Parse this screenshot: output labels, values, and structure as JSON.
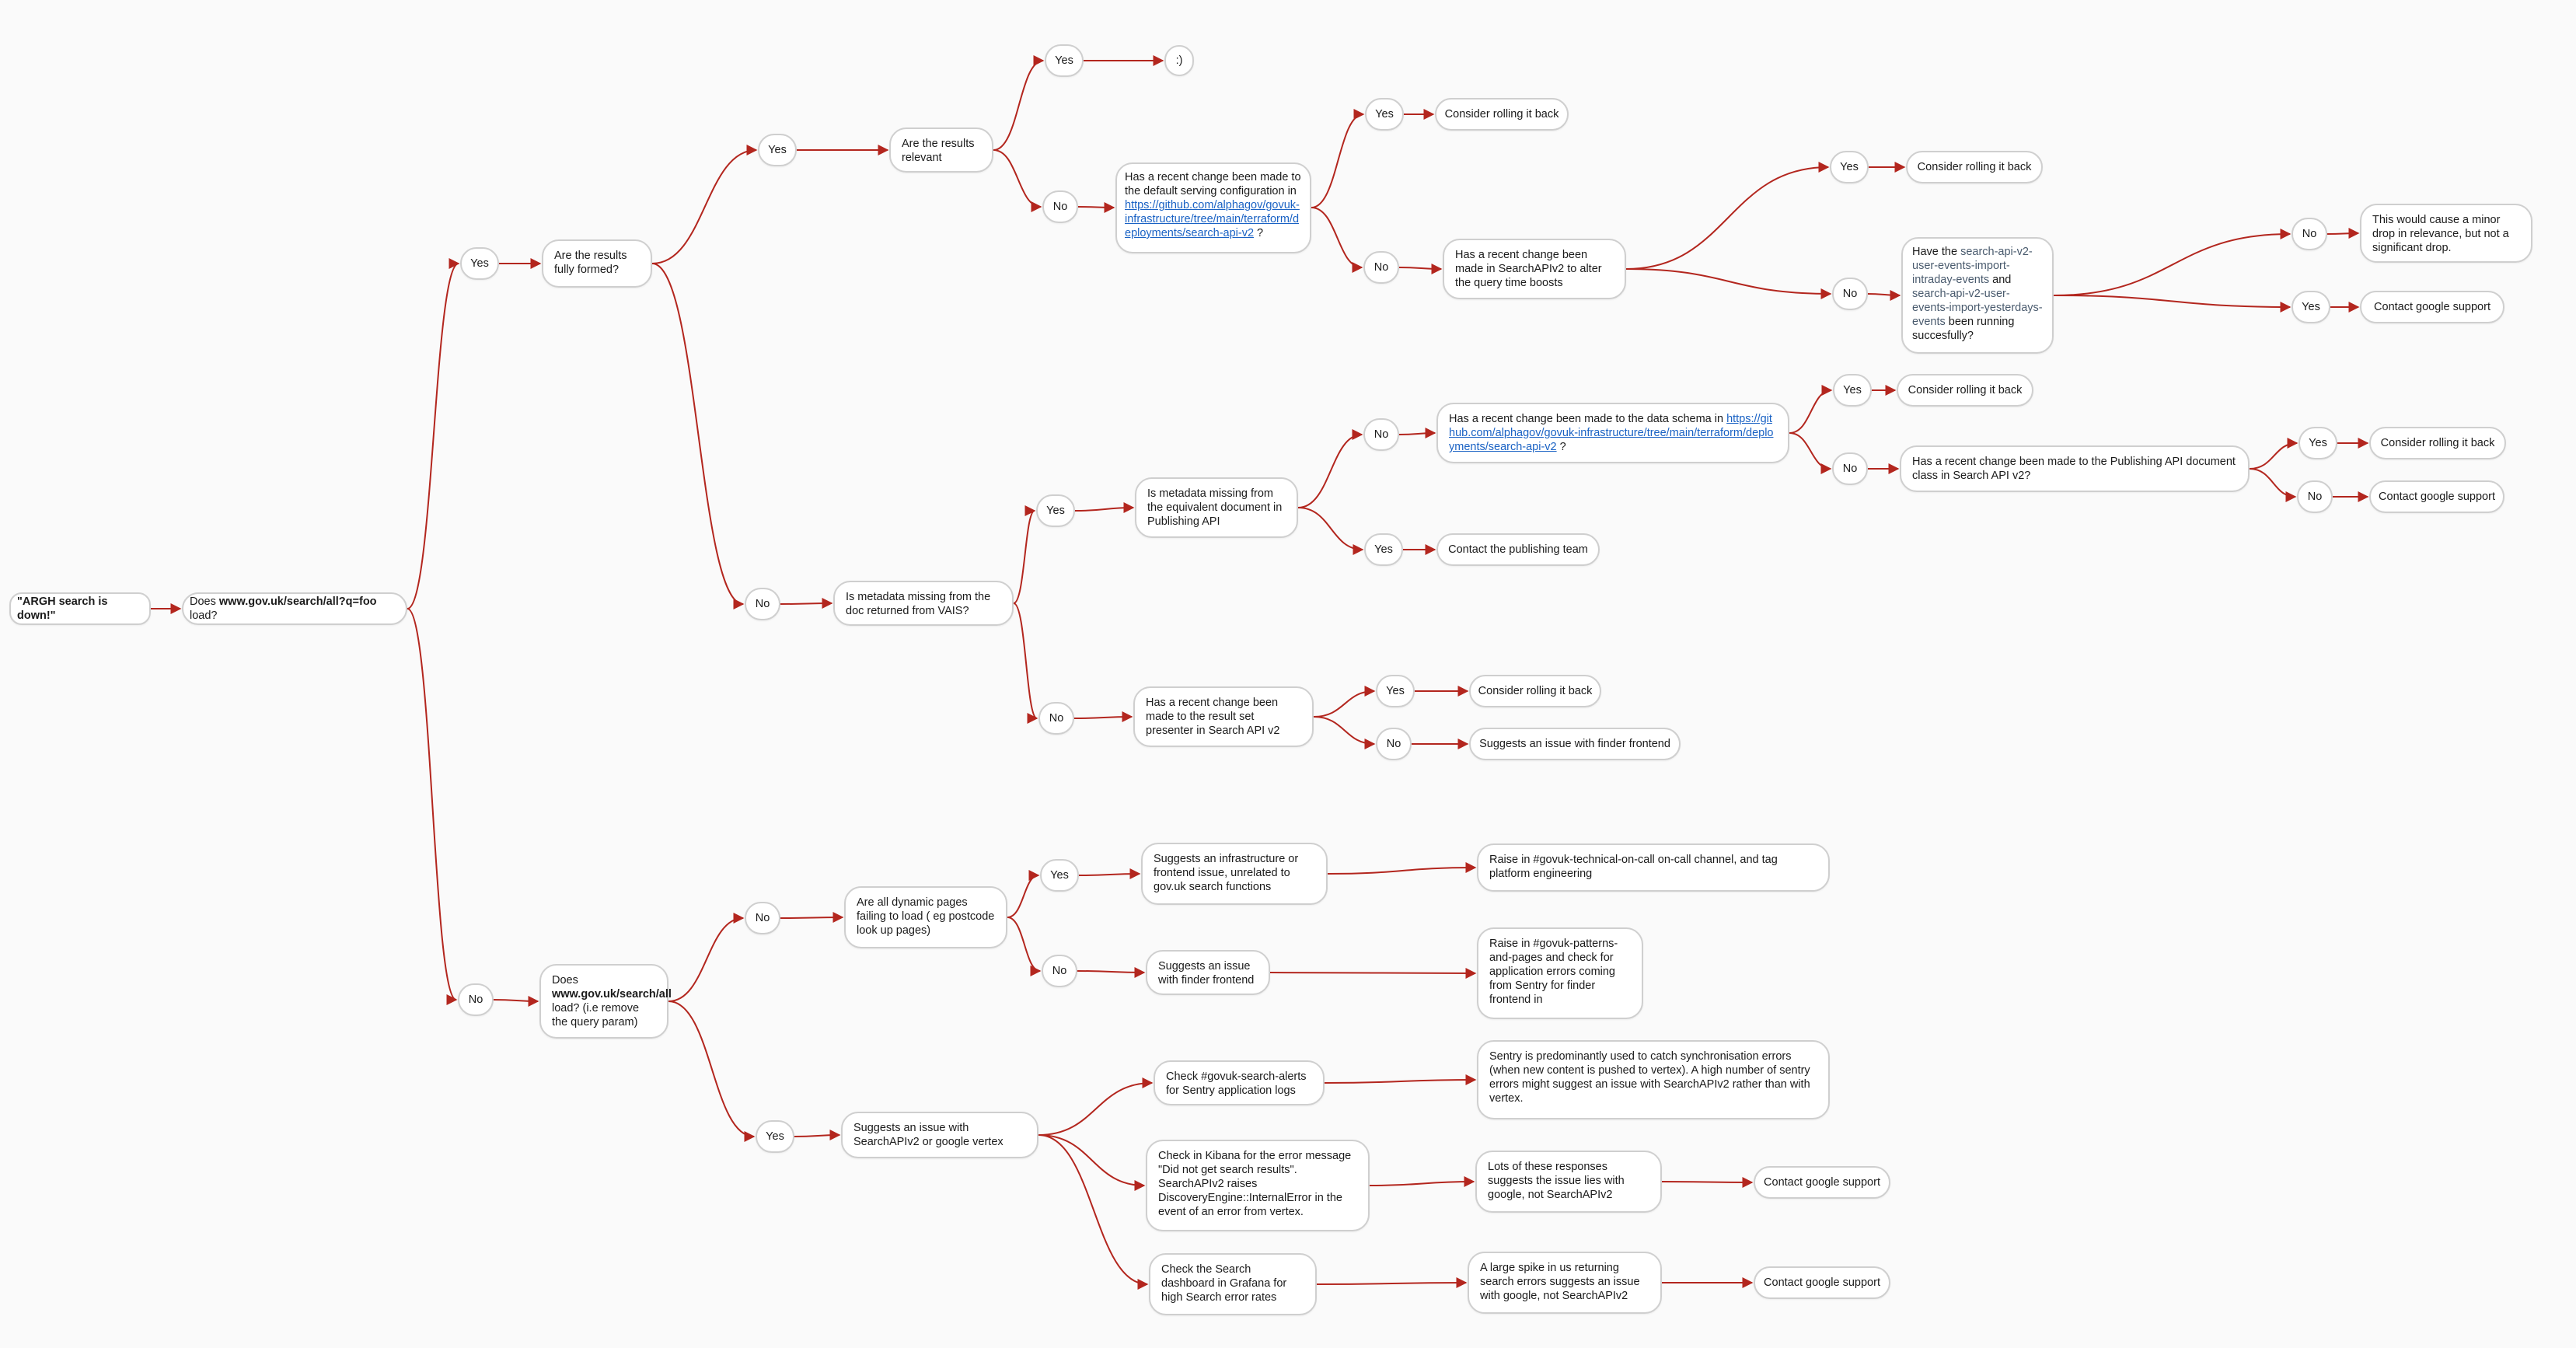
{
  "colors": {
    "edge": "#b3261e",
    "node_border": "#cfcfcf",
    "link": "#1a62c4",
    "background": "#fafafa"
  },
  "nodes": {
    "root": "\"ARGH search is down!\"",
    "q_load": {
      "a": "Does ",
      "b": "www.gov.uk/search/all?q=foo",
      "c": " load?"
    },
    "yes_load": "Yes",
    "no_load": "No",
    "q_formed": "Are the results fully formed?",
    "yes_formed": "Yes",
    "no_formed": "No",
    "q_relevant": "Are the results relevant",
    "yes_relevant": "Yes",
    "smile": ":)",
    "no_relevant": "No",
    "q_serving": {
      "a": "Has a recent change been made to the default serving configuration in ",
      "link": "https://github.com/alphagov/govuk-infrastructure/tree/main/terraform/deployments/search-api-v2",
      "c": " ?"
    },
    "yes_serving": "Yes",
    "rollback_serving": "Consider rolling it back",
    "no_serving": "No",
    "q_boosts": "Has a recent change been made in SearchAPIv2 to alter the query time boosts",
    "yes_boosts": "Yes",
    "rollback_boosts": "Consider rolling it back",
    "no_boosts": "No",
    "q_events": {
      "a": "Have the ",
      "b": "search-api-v2-user-events-import-intraday-events",
      "c": " and ",
      "d": "search-api-v2-user-events-import-yesterdays-events",
      "e": " been running succesfully?"
    },
    "no_events": "No",
    "minor_drop": "This would cause a minor drop in relevance, but not a significant drop.",
    "yes_events": "Yes",
    "google_events": "Contact google support",
    "q_vais": "Is metadata missing from the doc returned from VAIS?",
    "yes_vais": "Yes",
    "q_publishing": "Is metadata missing from the equivalent document in Publishing API",
    "no_publishing": "No",
    "q_schema": {
      "a": "Has a recent change been made to the data schema in ",
      "link": "https://github.com/alphagov/govuk-infrastructure/tree/main/terraform/deployments/search-api-v2",
      "c": " ?"
    },
    "yes_schema": "Yes",
    "rollback_schema": "Consider rolling it back",
    "no_schema": "No",
    "q_docclass": "Has a recent change been made to the Publishing API document class in Search API v2?",
    "yes_docclass": "Yes",
    "rollback_docclass": "Consider rolling it back",
    "no_docclass": "No",
    "google_docclass": "Contact google support",
    "yes_publishing": "Yes",
    "publishing_team": "Contact the publishing team",
    "no_vais": "No",
    "q_presenter": "Has a recent change been made to the result set presenter in Search API v2",
    "yes_presenter": "Yes",
    "rollback_presenter": "Consider rolling it back",
    "no_presenter": "No",
    "finder_issue": "Suggests an issue with finder frontend",
    "q_all": {
      "a": "Does ",
      "b": "www.gov.uk/search/all",
      "c": " load? (i.e remove the query param)"
    },
    "no_all": "No",
    "q_dynamic": "Are all dynamic pages failing to load ( eg postcode look up pages)",
    "yes_dynamic": "Yes",
    "infra_issue": "Suggests an infrastructure or frontend issue, unrelated to gov.uk search functions",
    "raise_oncall": "Raise in #govuk-technical-on-call on-call channel, and tag platform engineering",
    "no_dynamic": "No",
    "finder_issue2": "Suggests an issue with finder frontend",
    "raise_patterns": "Raise in #govuk-patterns-and-pages and check for application errors coming from Sentry for finder frontend in",
    "yes_all": "Yes",
    "vertex_issue": "Suggests an issue with SearchAPIv2 or google vertex",
    "check_alerts": "Check #govuk-search-alerts for Sentry application logs",
    "sentry_note": "Sentry is predominantly used to catch synchronisation errors (when new content is pushed to vertex). A high number of sentry errors might suggest an issue with SearchAPIv2 rather than with vertex.",
    "check_kibana": "Check in Kibana for the error message \"Did not get search results\". SearchAPIv2 raises DiscoveryEngine::InternalError in the event of an error from vertex.",
    "lots_responses": "Lots of these responses suggests the issue lies with google, not SearchAPIv2",
    "google_kibana": "Contact google support",
    "check_grafana": "Check the Search dashboard in Grafana for high Search error rates",
    "spike": "A large spike in us returning search errors suggests an issue with google, not SearchAPIv2",
    "google_grafana": "Contact google support"
  }
}
